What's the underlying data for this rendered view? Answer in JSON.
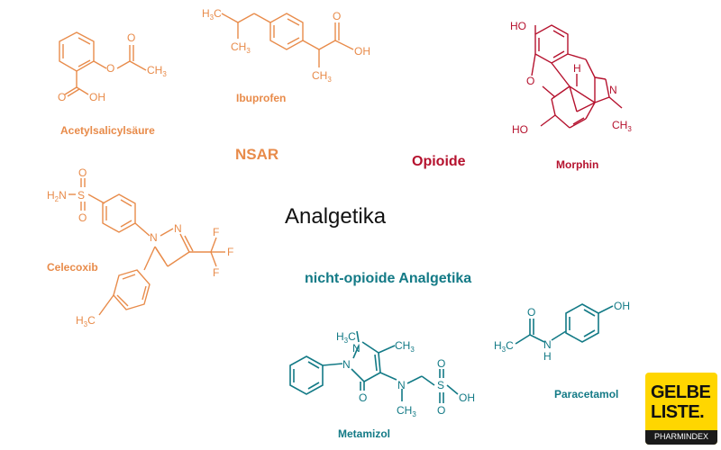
{
  "center_title": "Analgetika",
  "categories": {
    "nsar": "NSAR",
    "opioide": "Opioide",
    "nicht_opioide": "nicht-opioide Analgetika"
  },
  "compounds": {
    "acetylsalicylsaeure": "Acetylsalicylsäure",
    "ibuprofen": "Ibuprofen",
    "morphin": "Morphin",
    "celecoxib": "Celecoxib",
    "metamizol": "Metamizol",
    "paracetamol": "Paracetamol"
  },
  "atoms": {
    "o": "O",
    "oh": "OH",
    "ho": "HO",
    "n": "N",
    "h": "H",
    "s": "S",
    "f": "F",
    "ch3": "CH",
    "h3c": "H",
    "c": "C",
    "h2n": "H",
    "nh": "N",
    "h_small": "H",
    "sub3": "3",
    "sub2": "2"
  },
  "logo": {
    "line1": "GELBE",
    "line2": "LISTE.",
    "bar": "PHARMINDEX"
  },
  "colors": {
    "nsar": "#e88b4a",
    "opioide": "#b5122e",
    "nicht_opioide": "#137a86",
    "logo": "#ffd600"
  }
}
